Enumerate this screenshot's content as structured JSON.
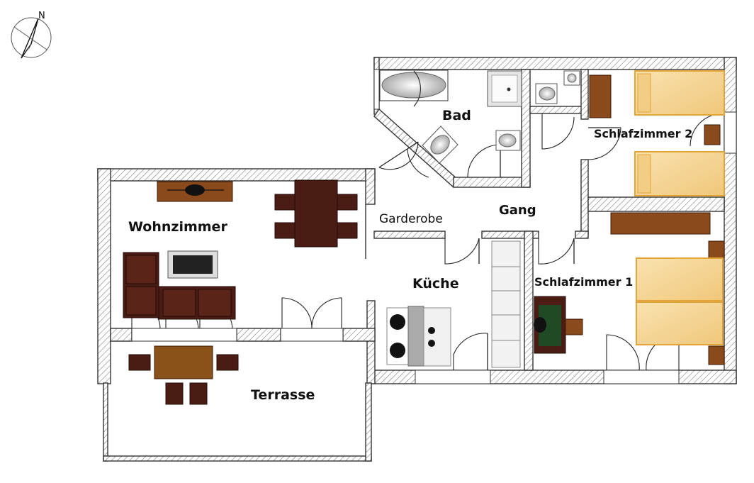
{
  "compass": {
    "label": "N",
    "icon": "compass-north-arrow-icon"
  },
  "rooms": {
    "bad": "Bad",
    "schlafzimmer2": "Schlafzimmer 2",
    "garderobe": "Garderobe",
    "gang": "Gang",
    "wohnzimmer": "Wohnzimmer",
    "kueche": "Küche",
    "schlafzimmer1": "Schlafzimmer 1",
    "terrasse": "Terrasse"
  },
  "colors": {
    "wall_stroke": "#333333",
    "furniture_dark_brown": "#4a1c14",
    "furniture_brown": "#8b4a1c",
    "table_wood": "#8a5218",
    "bed_fill": "#f6d79a",
    "bed_frame": "#e3a53a",
    "desk_green": "#1f4a24"
  }
}
